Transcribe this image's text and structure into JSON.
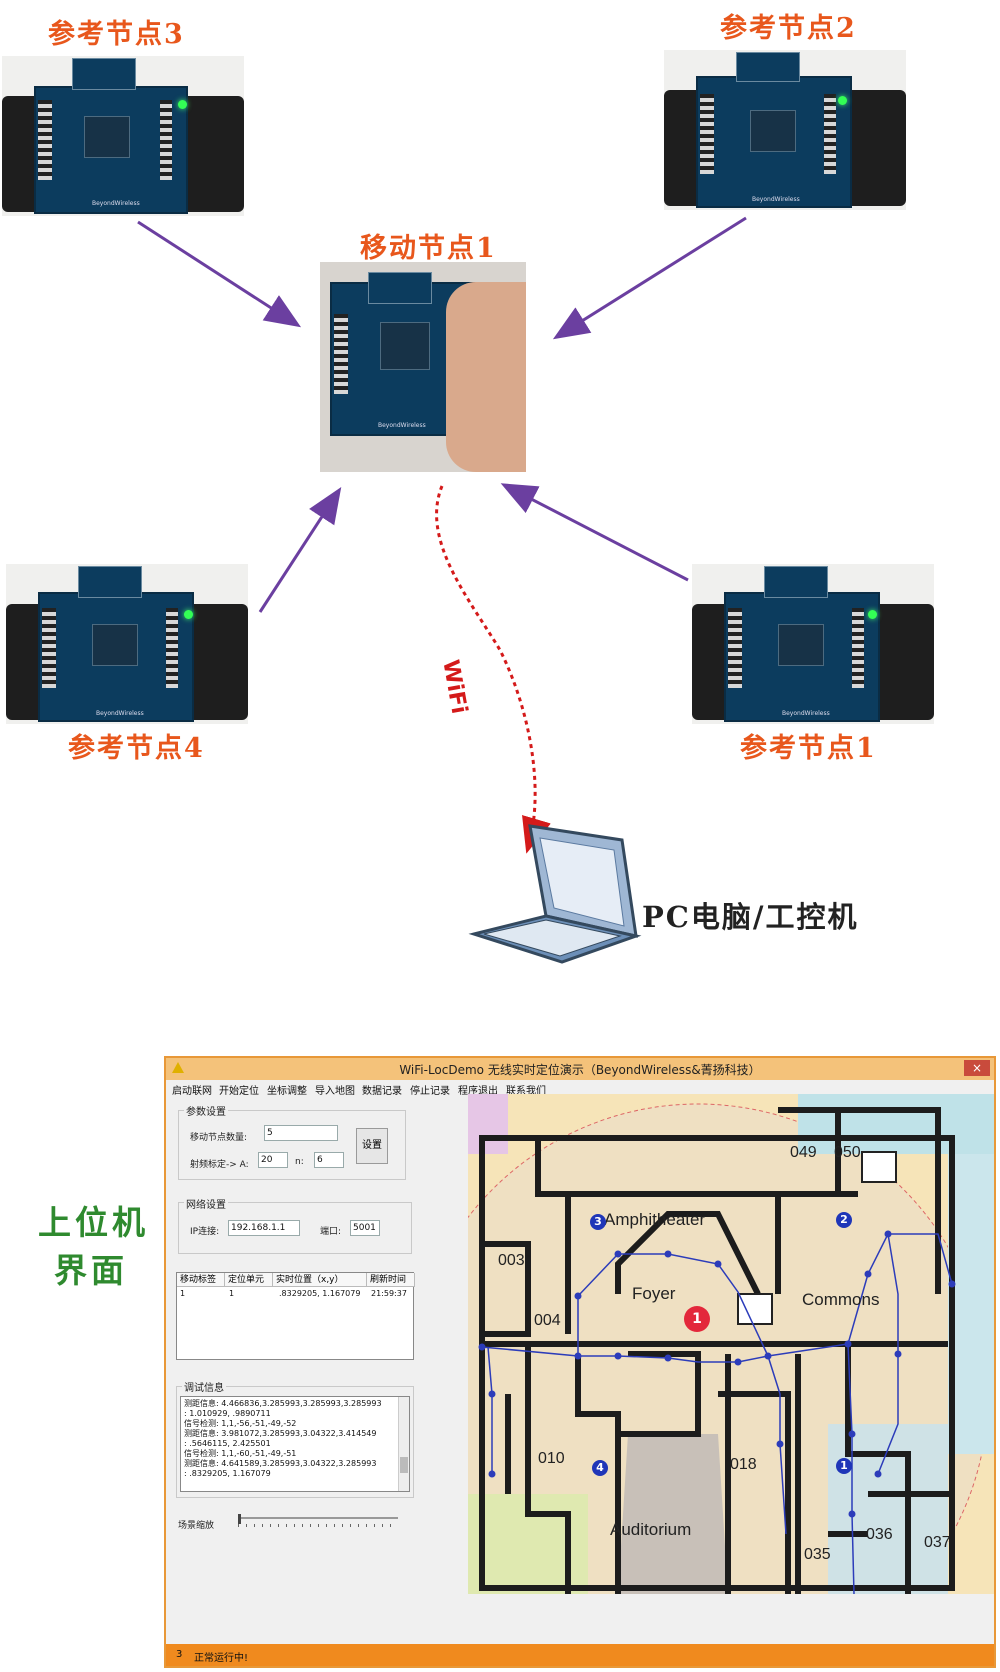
{
  "reference_nodes": [
    {
      "id": "ref3",
      "label": "参考节点3"
    },
    {
      "id": "ref2",
      "label": "参考节点2"
    },
    {
      "id": "ref4",
      "label": "参考节点4"
    },
    {
      "id": "ref1",
      "label": "参考节点1"
    }
  ],
  "board_caption": "BeyondWireless",
  "mobile_node": {
    "label": "移动节点1"
  },
  "wifi_label": "WiFi",
  "pc_label": "PC电脑/工控机",
  "side_label": {
    "line1": "上位机",
    "line2": "界面"
  },
  "app": {
    "title": "WiFi-LocDemo 无线实时定位演示（BeyondWireless&菁扬科技）",
    "close_glyph": "×",
    "menu": [
      "启动联网",
      "开始定位",
      "坐标调整",
      "导入地图",
      "数据记录",
      "停止记录",
      "程序退出",
      "联系我们"
    ],
    "params": {
      "group_label": "参数设置",
      "mobile_count_label": "移动节点数量:",
      "mobile_count_value": "5",
      "rf_label": "射频标定-> A:",
      "a_value": "20",
      "n_label": "n:",
      "n_value": "6",
      "set_button": "设置"
    },
    "network": {
      "group_label": "网络设置",
      "ip_label": "IP连接:",
      "ip_value": "192.168.1.1",
      "port_label": "端口:",
      "port_value": "5001"
    },
    "table": {
      "headers": [
        "移动标签",
        "定位单元",
        "实时位置（x,y）",
        "刷新时间"
      ],
      "rows": [
        [
          "1",
          "1",
          ".8329205, 1.167079",
          "21:59:37"
        ]
      ]
    },
    "debug": {
      "group_label": "调试信息",
      "lines": [
        "测距信息: 4.466836,3.285993,3.285993,3.285993",
        ": 1.010929, .9890711",
        "信号检测: 1,1,-56,-51,-49,-52",
        "测距信息: 3.981072,3.285993,3.04322,3.414549",
        ": .5646115, 2.425501",
        "信号检测: 1,1,-60,-51,-49,-51",
        "测距信息: 4.641589,3.285993,3.04322,3.285993",
        ": .8329205, 1.167079"
      ]
    },
    "zoom_label": "场景缩放",
    "status_number": "3",
    "status_text": "正常运行中!",
    "map": {
      "rooms": [
        "049",
        "050",
        "003",
        "004",
        "010",
        "018",
        "035",
        "036",
        "037"
      ],
      "areas": [
        "Amphitheater",
        "Foyer",
        "Commons",
        "Auditorium"
      ],
      "anchor_numbers": [
        "1",
        "2",
        "3",
        "4"
      ],
      "mobile_number": "1"
    }
  }
}
